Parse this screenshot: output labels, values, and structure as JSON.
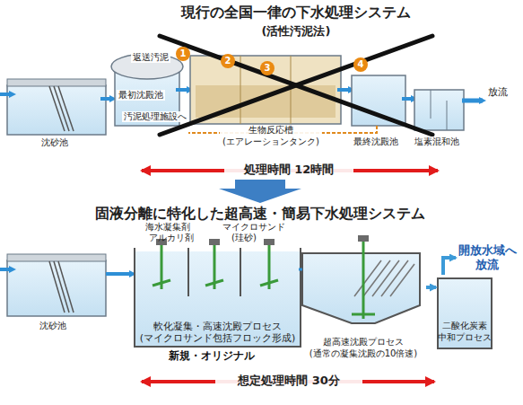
{
  "diagram": {
    "title": "現行の全国一律の下水処理システム",
    "nodes": [
      {
        "text": [
          "軟化凝集・高速沈殿プロセス (マイクロサンド包括フロック形成)"
        ]
      },
      {
        "text": [
          "超高速沈殿プロセス (通常の凝集沈殿の10倍速)"
        ]
      },
      {
        "text": [
          "二酸化炭素 中和プロセス"
        ]
      },
      {
        "text": [
          "開放水域へ 放流"
        ]
      }
    ],
    "edges": [
      {
        "from": 1,
        "to": 2,
        "arrow": "to"
      },
      {
        "from": 2,
        "to": 3,
        "arrow": "to"
      }
    ],
    "labels": [
      "(活性汚泥法)",
      "1",
      "2",
      "3",
      "4",
      "返送汚泥",
      "最初沈殿池",
      "汚泥処理施設へ",
      "沈砂池",
      "生物反応槽",
      "(エアレーションタンク)",
      "最終沈殿池",
      "塩素混和池",
      "放流",
      "処理時間 12時間",
      "固液分離に特化した超高速・簡易下水処理システム",
      "海水凝集剤",
      "アルカリ剤",
      "マイクロサンド",
      "(珪砂)",
      "沈砂池",
      "新規・オリジナル",
      "想定処理時間 30分"
    ]
  }
}
